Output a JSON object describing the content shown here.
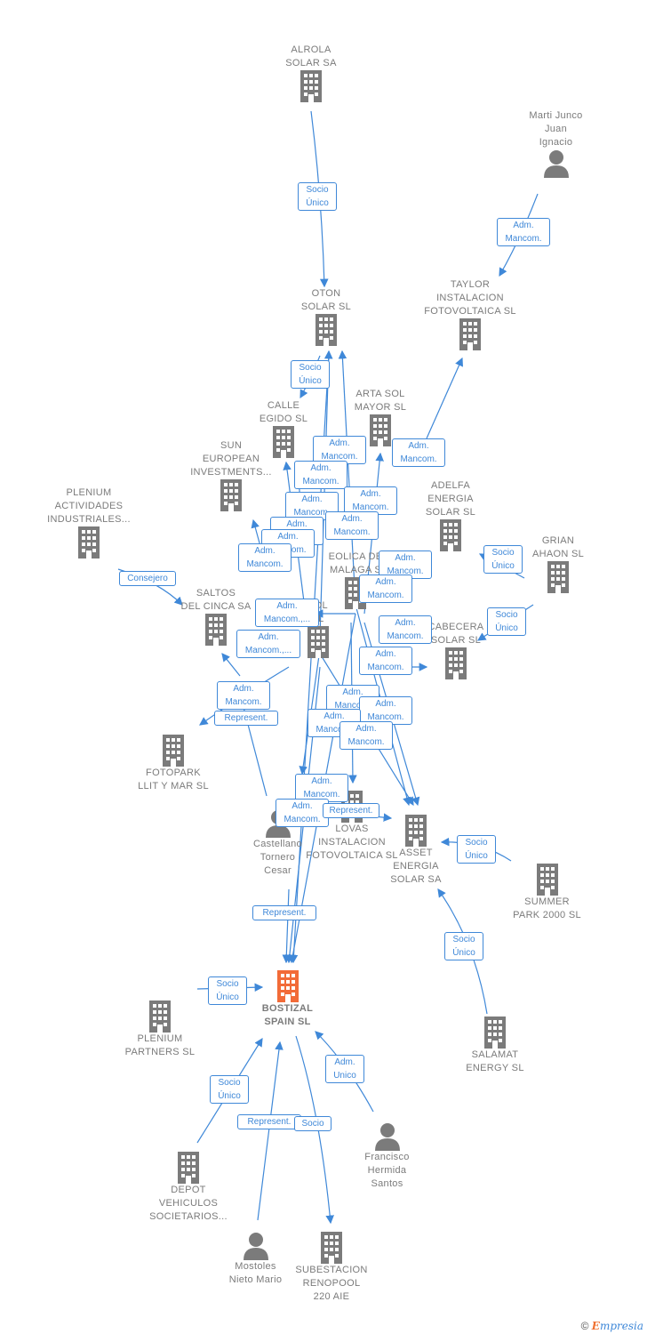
{
  "colors": {
    "accent": "#3f88d8",
    "node": "#7b7b7b",
    "highlight": "#f26b38"
  },
  "nodes": {
    "alrola": "ALROLA\nSOLAR SA",
    "marti": "Marti Junco\nJuan\nIgnacio",
    "oton": "OTON\nSOLAR SL",
    "taylor": "TAYLOR\nINSTALACION\nFOTOVOLTAICA SL",
    "arta": "ARTA SOL\nMAYOR SL",
    "calle": "CALLE\nEGIDO SL",
    "sun": "SUN\nEUROPEAN\nINVESTMENTS...",
    "adelfa": "ADELFA\nENERGIA\nSOLAR SL",
    "plenium_act": "PLENIUM\nACTIVIDADES\nINDUSTRIALES...",
    "grian": "GRIAN\nAHAON SL",
    "eolica": "EOLICA DE\nMALAGA  S",
    "sol": "SOL\nSL",
    "saltos": "SALTOS\nDEL CINCA SA",
    "cabecera": "CABECERA\nSOLAR SL",
    "fotopark": "FOTOPARK\nLLIT Y MAR SL",
    "castellano": "Castellano\nTornero\nCesar",
    "lovas": "LOVAS\nINSTALACION\nFOTOVOLTAICA SL",
    "asset": "ASSET\nENERGIA\nSOLAR SA",
    "summer": "SUMMER\nPARK 2000  SL",
    "bostizal": "BOSTIZAL\nSPAIN  SL",
    "plenium_partners": "PLENIUM\nPARTNERS SL",
    "salamat": "SALAMAT\nENERGY  SL",
    "francisco": "Francisco\nHermida\nSantos",
    "depot": "DEPOT\nVEHICULOS\nSOCIETARIOS...",
    "mostoles": "Mostoles\nNieto Mario",
    "subestacion": "SUBESTACION\nRENOPOOL\n220 AIE"
  },
  "edge_labels": {
    "alrola_oton": "Socio\nÚnico",
    "marti_taylor": "Adm.\nMancom.",
    "oton_calle": "Socio\nÚnico",
    "arta_1": "Adm.\nMancom.",
    "taylor_1": "Adm.\nMancom.",
    "m1": "Adm.\nMancom.",
    "m2": "Adm.\nMancom.",
    "m3": "Adm.\nMancom.",
    "m4": "Adm.\nMancom.",
    "m5": "Adm.\nMancom.",
    "m6": "Adm.\nMancom.",
    "m7": "Adm.\nMancom.",
    "m8": "Adm.\nMancom.",
    "m9": "Adm.\nMancom.",
    "grian_adelfa": "Socio\nÚnico",
    "grian_cabecera": "Socio\nÚnico",
    "consejero": "Consejero",
    "m10": "Adm.\nMancom.,...",
    "m11": "Adm.\nMancom.,...",
    "m12": "Adm.\nMancom.",
    "m13": "Adm.\nMancom.",
    "m14": "Adm.\nMancom.",
    "fotopark_adm": "Adm.\nMancom.",
    "represent1": "Represent.",
    "m15": "Adm.\nMancom.",
    "m16": "Adm.\nMancom.",
    "m17": "Adm.\nMancom.",
    "m18": "Adm.\nMancom.",
    "m19": "Adm.\nMancom.",
    "m20": "Adm.\nMancom.",
    "represent2": "Represent.",
    "summer_asset": "Socio\nÚnico",
    "represent3": "Represent.",
    "salamat_asset": "Socio\nÚnico",
    "plenium_bostizal": "Socio\nÚnico",
    "francisco_bostizal": "Adm.\nUnico",
    "depot_bostizal": "Socio\nÚnico",
    "represent4": "Represent.",
    "socio": "Socio"
  },
  "footer": {
    "copyright": "©",
    "brand_initial": "E",
    "brand_rest": "mpresia"
  }
}
